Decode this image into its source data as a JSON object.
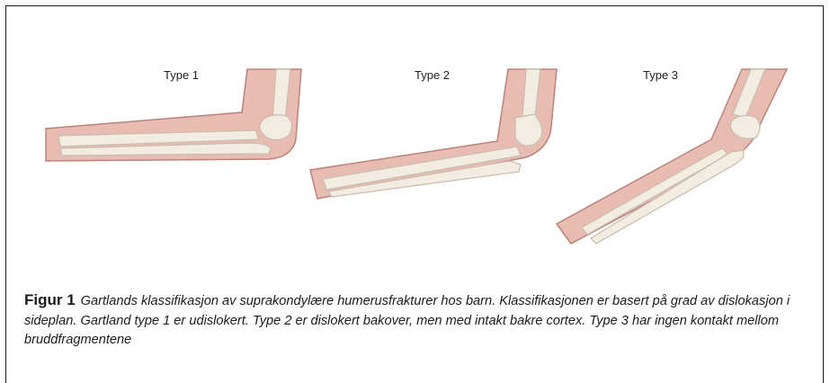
{
  "figure": {
    "panels": [
      {
        "label": "Type 1"
      },
      {
        "label": "Type 2"
      },
      {
        "label": "Type 3"
      }
    ],
    "caption": {
      "figure_label": "Figur 1",
      "text": "Gartlands klassifikasjon av suprakondylære humerusfrakturer hos barn. Klassifikasjonen er basert på grad av dislokasjon i sideplan. Gartland type 1 er udislokert. Type 2 er dislokert bakover, men med intakt bakre cortex. Type 3 har ingen kontakt mellom bruddfragmentene"
    },
    "colors": {
      "skin": "#e9bcb3",
      "skin_outline": "#b9837a",
      "bone": "#f3ece0",
      "bone_outline": "#c8bcae",
      "frame": "#1a1a1a"
    }
  }
}
